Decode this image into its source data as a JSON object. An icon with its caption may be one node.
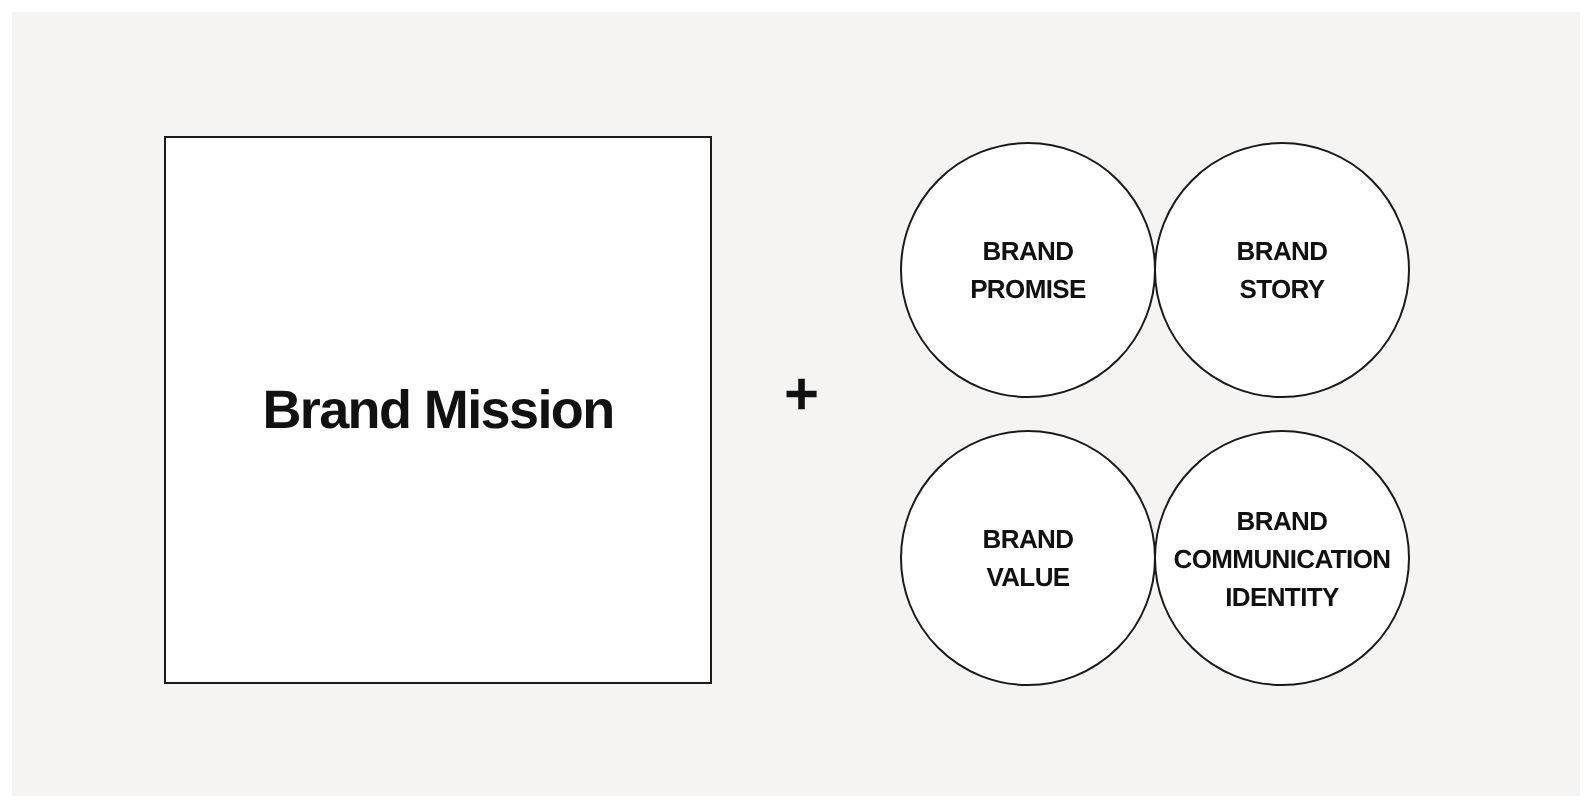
{
  "diagram": {
    "nodes": [
      {
        "text": [
          "Brand Mission"
        ]
      },
      {
        "text": [
          "BRAND PROMISE"
        ]
      },
      {
        "text": [
          "BRAND STORY"
        ]
      },
      {
        "text": [
          "BRAND VALUE"
        ]
      },
      {
        "text": [
          "BRAND COMMUNICATION IDENTITY"
        ]
      }
    ],
    "edges": [],
    "labels": [
      "+"
    ]
  }
}
